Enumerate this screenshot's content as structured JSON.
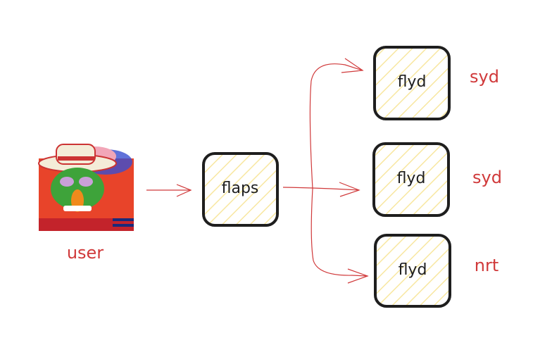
{
  "user": {
    "label": "user",
    "avatar": "muppet-character-icon"
  },
  "proxy": {
    "label": "flaps"
  },
  "nodes": [
    {
      "label": "flyd",
      "region": "syd"
    },
    {
      "label": "flyd",
      "region": "syd"
    },
    {
      "label": "flyd",
      "region": "nrt"
    }
  ],
  "colors": {
    "accent": "#d0393a",
    "stroke": "#1e1e1e",
    "hatch": "#f8e7a0"
  }
}
